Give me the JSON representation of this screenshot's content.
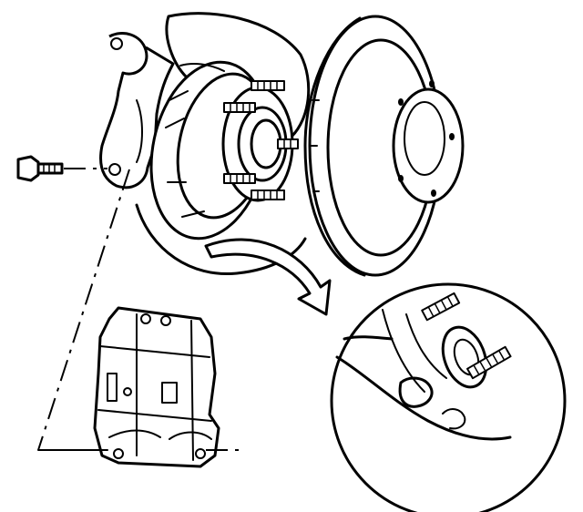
{
  "figure": {
    "description_text": "",
    "ink_color": "#000000",
    "paper_color": "#ffffff",
    "parts": [
      {
        "id": "bolt",
        "icon": "bolt-icon"
      },
      {
        "id": "knuckle",
        "icon": "steering-knuckle-icon"
      },
      {
        "id": "dust-shield",
        "icon": "dust-shield-icon"
      },
      {
        "id": "hub",
        "icon": "wheel-hub-icon"
      },
      {
        "id": "rotor",
        "icon": "brake-rotor-icon"
      },
      {
        "id": "caliper",
        "icon": "brake-caliper-icon"
      },
      {
        "id": "detail-view",
        "icon": "magnified-detail-icon"
      },
      {
        "id": "arrow",
        "icon": "curved-arrow-icon"
      }
    ]
  }
}
